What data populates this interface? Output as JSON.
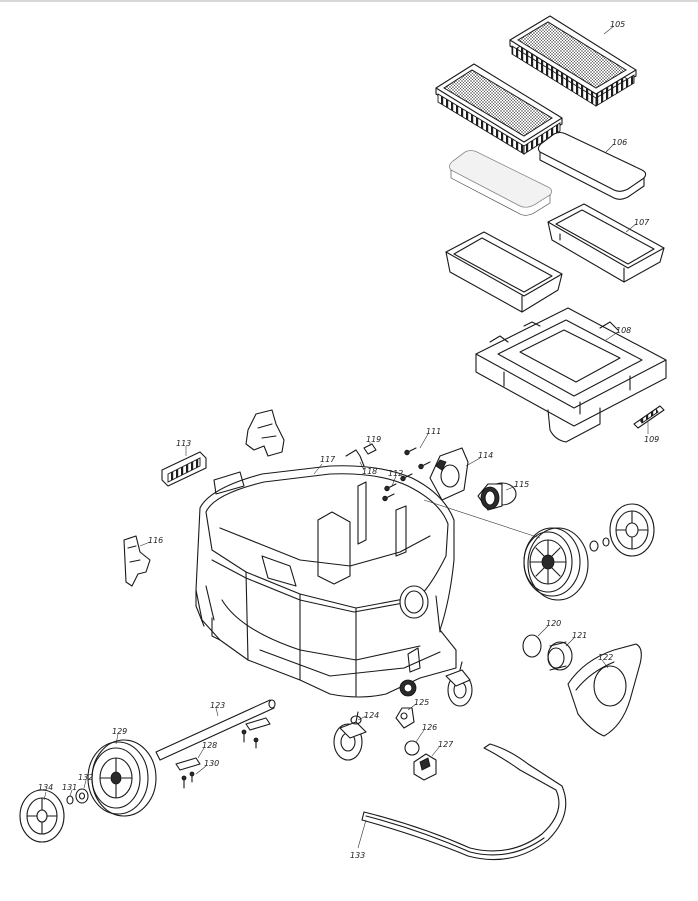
{
  "parts": [
    {
      "id": "p105",
      "label": "105"
    },
    {
      "id": "p106",
      "label": "106"
    },
    {
      "id": "p107",
      "label": "107"
    },
    {
      "id": "p108",
      "label": "108"
    },
    {
      "id": "p109",
      "label": "109"
    },
    {
      "id": "p111",
      "label": "111"
    },
    {
      "id": "p112",
      "label": "112"
    },
    {
      "id": "p113",
      "label": "113"
    },
    {
      "id": "p114",
      "label": "114"
    },
    {
      "id": "p115",
      "label": "115"
    },
    {
      "id": "p116",
      "label": "116"
    },
    {
      "id": "p117",
      "label": "117"
    },
    {
      "id": "p118",
      "label": "118"
    },
    {
      "id": "p119",
      "label": "119"
    },
    {
      "id": "p120",
      "label": "120"
    },
    {
      "id": "p121",
      "label": "121"
    },
    {
      "id": "p122",
      "label": "122"
    },
    {
      "id": "p123",
      "label": "123"
    },
    {
      "id": "p124",
      "label": "124"
    },
    {
      "id": "p125",
      "label": "125"
    },
    {
      "id": "p126",
      "label": "126"
    },
    {
      "id": "p127",
      "label": "127"
    },
    {
      "id": "p128",
      "label": "128"
    },
    {
      "id": "p129",
      "label": "129"
    },
    {
      "id": "p130",
      "label": "130"
    },
    {
      "id": "p131",
      "label": "131"
    },
    {
      "id": "p132",
      "label": "132"
    },
    {
      "id": "p133",
      "label": "133"
    },
    {
      "id": "p134",
      "label": "134"
    }
  ]
}
